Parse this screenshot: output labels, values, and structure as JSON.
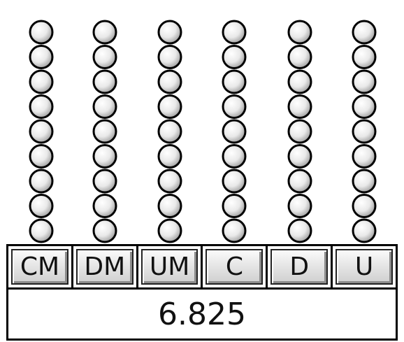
{
  "columns": [
    {
      "label": "CM",
      "beads": 9
    },
    {
      "label": "DM",
      "beads": 9
    },
    {
      "label": "UM",
      "beads": 9
    },
    {
      "label": "C",
      "beads": 9
    },
    {
      "label": "D",
      "beads": 9
    },
    {
      "label": "U",
      "beads": 9
    }
  ],
  "number": "6.825"
}
